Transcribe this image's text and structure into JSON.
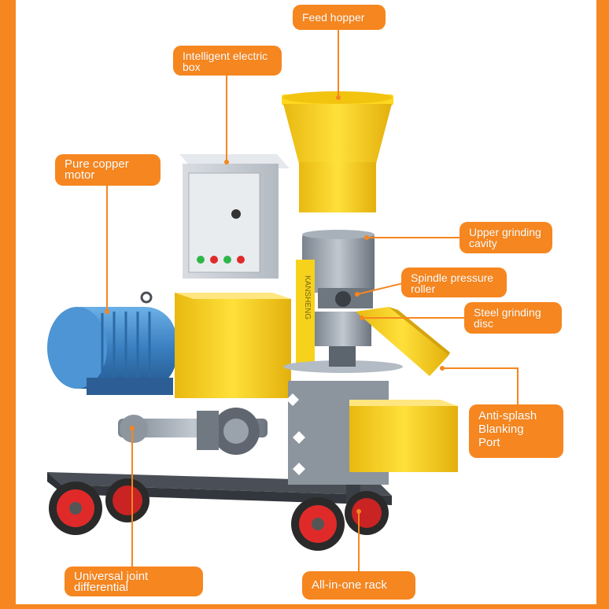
{
  "labels": {
    "feed_hopper": "Feed hopper",
    "electric_box": "Intelligent electric\nbox",
    "copper_motor": "Pure copper\nmotor",
    "upper_cavity": "Upper grinding\ncavity",
    "spindle_roller": "Spindle pressure\nroller",
    "steel_disc": "Steel grinding\ndisc",
    "anti_splash": "Anti-splash\nBlanking\nPort",
    "universal_joint": "Universal joint\ndifferential",
    "rack": "All-in-one rack"
  },
  "colors": {
    "accent": "#f6861f",
    "machine_yellow": "#f7d21c",
    "motor_blue": "#3f86c6",
    "steel_gray": "#8e98a4",
    "wheel_red": "#e02a2a"
  }
}
